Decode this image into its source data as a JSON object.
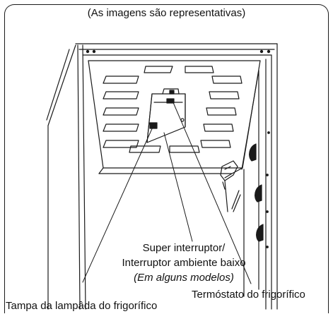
{
  "caption": "(As imagens são representativas)",
  "labels": {
    "super_switch_line1": "Super interruptor/",
    "super_switch_line2": "Interruptor ambiente baixo",
    "super_switch_note": "(Em alguns modelos)",
    "thermostat": "Termóstato do frigorífico",
    "lamp_cover": "Tampa da lampâda do frigorífico"
  }
}
